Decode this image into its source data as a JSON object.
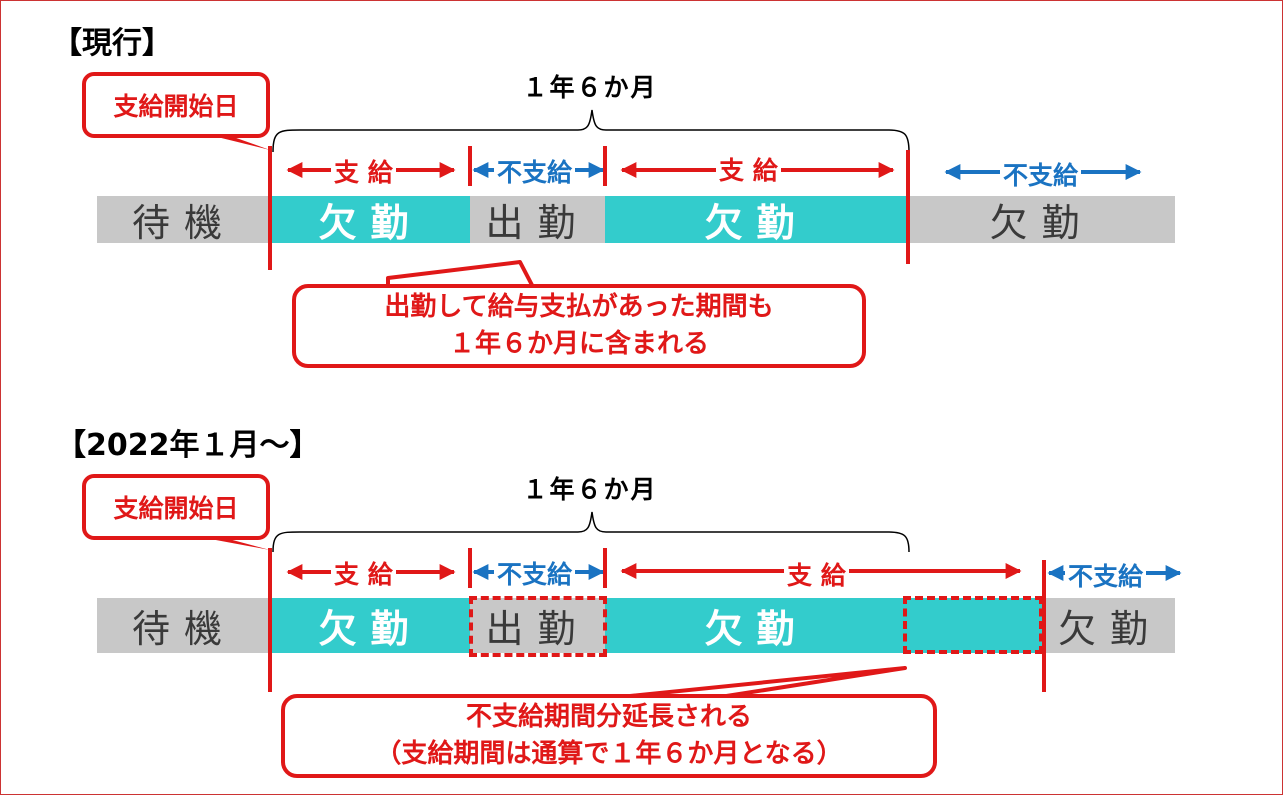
{
  "colors": {
    "paid": "#e01818",
    "unpaid": "#1a73c2",
    "absent_bar": "#33cccc",
    "neutral_bar": "#c8c8c8"
  },
  "current": {
    "title": "【現行】",
    "period_label": "１年６か月",
    "start_callout": "支給開始日",
    "arrows": {
      "pay1": "支 給",
      "unpaid1": "不支給",
      "pay2": "支 給",
      "unpaid2": "不支給"
    },
    "bar": {
      "waiting": "待機",
      "absence1": "欠勤",
      "attendance": "出勤",
      "absence2": "欠勤",
      "absence3": "欠勤"
    },
    "note": {
      "line1": "出勤して給与支払があった期間も",
      "line2": "１年６か月に含まれる"
    }
  },
  "revised": {
    "title": "【2022年１月～】",
    "period_label": "１年６か月",
    "start_callout": "支給開始日",
    "arrows": {
      "pay1": "支 給",
      "unpaid1": "不支給",
      "pay2": "支 給",
      "unpaid2": "不支給"
    },
    "bar": {
      "waiting": "待機",
      "absence1": "欠勤",
      "attendance": "出勤",
      "absence2": "欠勤",
      "absence3": "欠勤"
    },
    "note": {
      "line1": "不支給期間分延長される",
      "line2": "（支給期間は通算で１年６か月となる）"
    }
  }
}
